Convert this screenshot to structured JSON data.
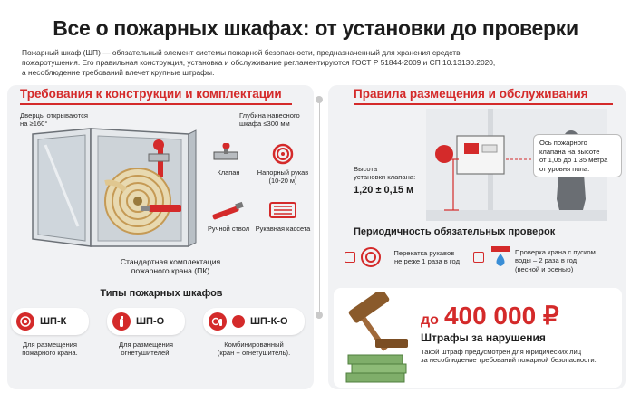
{
  "title": "Все о пожарных шкафах: от установки до проверки",
  "intro": {
    "line1": "Пожарный шкаф (ШП) — обязательный элемент системы пожарной безопасности, предназначенный для хранения средств",
    "line2": "пожаротушения. Его правильная конструкция, установка и обслуживание регламентируются ГОСТ Р 51844-2009 и СП 10.13130.2020,",
    "line3": "а несоблюдение требований влечет крупные штрафы."
  },
  "left": {
    "section_title": "Требования к конструкции и комплектации",
    "doors_label": {
      "line1": "Дверцы открываются",
      "line2": "на ≥160°"
    },
    "depth_label": {
      "line1": "Глубина навесного",
      "line2": "шкафа ≤300 мм"
    },
    "components": [
      {
        "icon": "valve-icon",
        "label": "Клапан"
      },
      {
        "icon": "hose-icon",
        "label": "Напорный рукав (10-20 м)"
      },
      {
        "icon": "nozzle-icon",
        "label": "Ручной ствол"
      },
      {
        "icon": "hose-reel-icon",
        "label": "Рукавная кассета"
      }
    ],
    "kit_caption": {
      "line1": "Стандартная комплектация",
      "line2": "пожарного крана (ПК)"
    },
    "types_title": "Типы пожарных шкафов",
    "types": [
      {
        "code": "ШП-К",
        "icon": "fire-hose-icon",
        "desc_line1": "Для размещения",
        "desc_line2": "пожарного крана."
      },
      {
        "code": "ШП-О",
        "icon": "extinguisher-icon",
        "desc_line1": "Для размещения",
        "desc_line2": "огнетушителей."
      },
      {
        "code": "ШП-К-О",
        "icon": "combined-icon",
        "desc_line1": "Комбинированный",
        "desc_line2": "(кран + огнетушитель)."
      }
    ]
  },
  "right": {
    "section_title": "Правила размещения и обслуживания",
    "callout": {
      "line1": "Ось пожарного",
      "line2": "клапана на высоте",
      "line3": "от 1,05 до 1,35 метра",
      "line4": "от уровня пола."
    },
    "height_label": {
      "line1": "Высота",
      "line2": "установки клапана:",
      "value": "1,20 ± 0,15 м"
    },
    "checks_title": "Периодичность обязательных проверок",
    "checks": [
      {
        "icon": "hose-roll-icon",
        "line1": "Перекатка рукавов –",
        "line2": "не реже 1 раза в год"
      },
      {
        "icon": "water-drop-icon",
        "line1": "Проверка крана с пуском",
        "line2": "воды – 2 раза в год",
        "line3": "(весной и осенью)"
      }
    ],
    "fine": {
      "prefix": "до",
      "amount": "400 000 ₽",
      "label": "Штрафы за нарушения",
      "note_line1": "Такой штраф предусмотрен для юридических лиц",
      "note_line2": "за несоблюдение требований пожарной безопасности."
    }
  },
  "colors": {
    "accent": "#d42a2a",
    "panel": "#f1f2f4",
    "text": "#1e1e1e"
  }
}
